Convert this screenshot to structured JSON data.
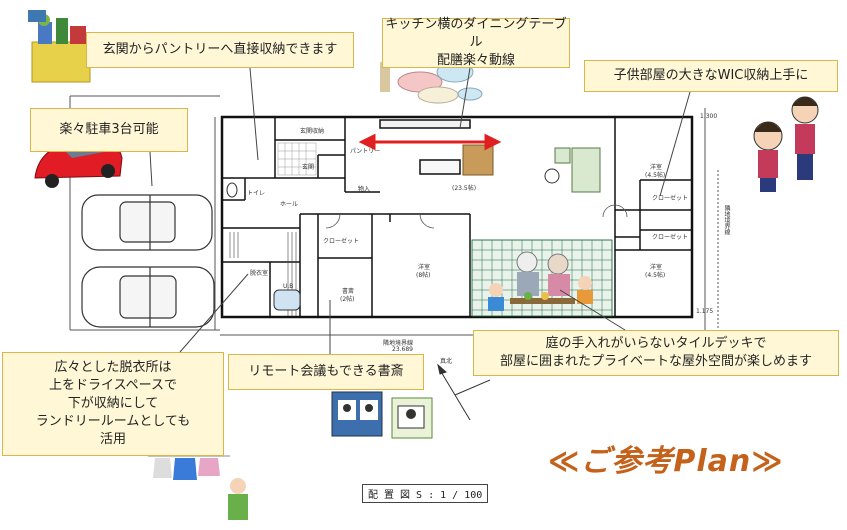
{
  "callouts": {
    "entrance_pantry": "玄関からパントリーへ直接収納できます",
    "kitchen_dining_l1": "キッチン横のダイニングテーブル",
    "kitchen_dining_l2": "配膳楽々動線",
    "kids_wic": "子供部屋の大きなWIC収納上手に",
    "parking": "楽々駐車3台可能",
    "tile_deck_l1": "庭の手入れがいらないタイルデッキで",
    "tile_deck_l2": "部屋に囲まれたプライベートな屋外空間が楽しめます",
    "remote_study": "リモート会議もできる書斎",
    "laundry_l1": "広々とした脱衣所は",
    "laundry_l2": "上をドライスペースで",
    "laundry_l3": "下が収納にして",
    "laundry_l4": "ランドリールームとしても",
    "laundry_l5": "活用"
  },
  "plan_labels": {
    "entrance_storage": "玄関収納",
    "entrance": "玄関",
    "pantry": "パントリー",
    "toilet": "トイレ",
    "hall": "ホール",
    "storage": "物入",
    "ldk": "(23.5帖)",
    "closet1": "クローゼット",
    "closet2": "クローゼット",
    "closet3": "クローゼット",
    "study": "書斎",
    "study_size": "(2帖)",
    "western_room_8": "洋室",
    "western_room_8_size": "(8帖)",
    "western_room_a": "洋室",
    "western_room_a_size": "(4.5帖)",
    "western_room_b": "洋室",
    "western_room_b_size": "(4.5帖)",
    "dressing": "脱衣室",
    "ub": "U.B",
    "boundary_label": "隣地境界線",
    "dim_bottom": "23.689",
    "dim_right": "1.175",
    "dim_top": "1.300",
    "north": "真北",
    "right_road": "隣地境界線"
  },
  "reference_title": "≪ご参考Plan≫",
  "scale": "配 置 図  S : 1 / 100",
  "colors": {
    "callout_bg": "#fff7d6",
    "callout_border": "#d9b54a",
    "arrow_red": "#e02020",
    "title_orange": "#c4611a",
    "tile_green": "#1a6b3a"
  }
}
